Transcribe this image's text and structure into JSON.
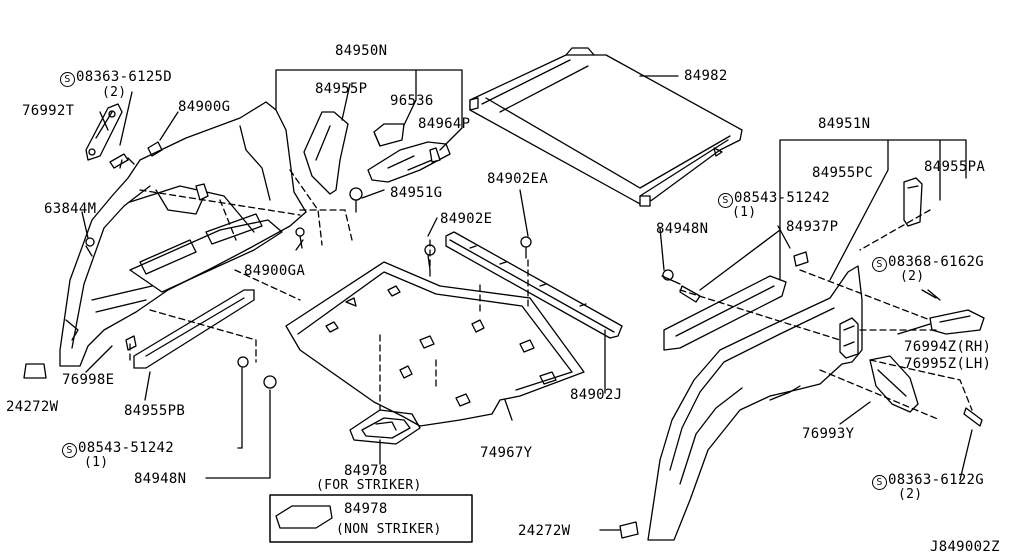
{
  "labels": {
    "p84950N": "84950N",
    "p84955P": "84955P",
    "p96536": "96536",
    "p84964P": "84964P",
    "p84982": "84982",
    "p84951N": "84951N",
    "p84955PC": "84955PC",
    "p84955PA": "84955PA",
    "p84900G": "84900G",
    "p76992T": "76992T",
    "p08363_6125D": "08363-6125D",
    "p08363_6125D_qty": "(2)",
    "p63844M": "63844M",
    "p84951G": "84951G",
    "p84902EA": "84902EA",
    "p84902E": "84902E",
    "p84900GA": "84900GA",
    "p08543_51242_a": "08543-51242",
    "p08543_51242_a_qty": "(1)",
    "p84937P": "84937P",
    "p84948N_a": "84948N",
    "p08368_6162G": "08368-6162G",
    "p08368_6162G_qty": "(2)",
    "p76994Z": "76994Z(RH)",
    "p76995Z": "76995Z(LH)",
    "p76998E": "76998E",
    "p24272W_a": "24272W",
    "p84955PB": "84955PB",
    "p84902J": "84902J",
    "p74967Y": "74967Y",
    "p76993Y": "76993Y",
    "p08543_51242_b": "08543-51242",
    "p08543_51242_b_qty": "(1)",
    "p84948N_b": "84948N",
    "p84978_a": "84978",
    "p84978_a_note": "(FOR STRIKER)",
    "p84978_b": "84978",
    "p84978_b_note": "(NON STRIKER)",
    "p08363_6122G": "08363-6122G",
    "p08363_6122G_qty": "(2)",
    "p24272W_b": "24272W",
    "diagram_code": "J849002Z"
  },
  "screw_symbol": "S"
}
